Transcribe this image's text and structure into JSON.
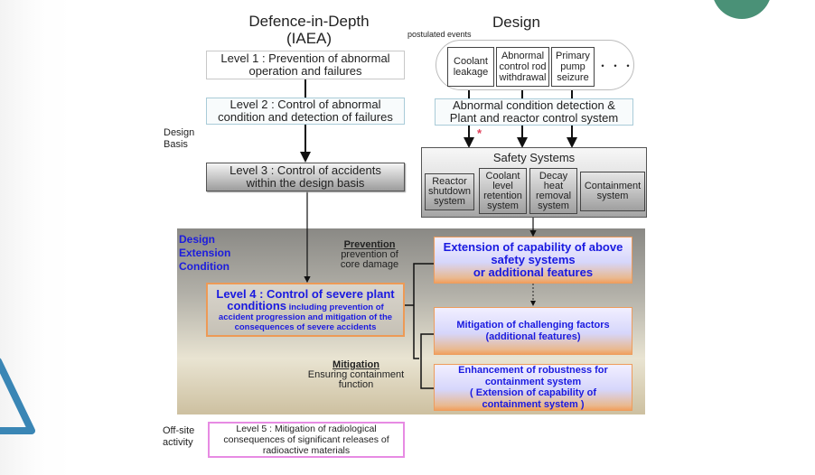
{
  "headers": {
    "left_title_line1": "Defence-in-Depth",
    "left_title_line2": "(IAEA)",
    "right_title": "Design",
    "postulated_events_label": "postulated events"
  },
  "side_labels": {
    "design_basis_line1": "Design",
    "design_basis_line2": "Basis",
    "dec_line1": "Design",
    "dec_line2": "Extension",
    "dec_line3": "Condition",
    "offsite_line1": "Off-site",
    "offsite_line2": "activity"
  },
  "levels": {
    "level1_line1": "Level 1 :  Prevention of abnormal",
    "level1_line2": "operation and failures",
    "level2_line1": "Level 2  :  Control of abnormal",
    "level2_line2": "condition and detection of failures",
    "level3_line1": "Level 3  :  Control of accidents",
    "level3_line2": "within the design basis",
    "level4_line1": "Level 4  : Control of severe plant",
    "level4_big": "conditions",
    "level4_small1": " including prevention of",
    "level4_small2": "accident progression and mitigation of the",
    "level4_small3": "consequences of  severe accidents",
    "level5_line1": "Level 5  :  Mitigation of radiological",
    "level5_line2": "consequences of significant releases of",
    "level5_line3": "radioactive  materials"
  },
  "events": [
    {
      "line1": "Coolant",
      "line2": "leakage",
      "line3": ""
    },
    {
      "line1": "Abnormal",
      "line2": "control rod",
      "line3": "withdrawal"
    },
    {
      "line1": "Primary",
      "line2": "pump",
      "line3": "seizure"
    }
  ],
  "events_ellipsis": "・・・",
  "detection": {
    "line1": "Abnormal condition detection &",
    "line2": "Plant and reactor control system"
  },
  "marker": "*",
  "safety_systems": {
    "title": "Safety Systems",
    "items": [
      {
        "line1": "Reactor",
        "line2": "shutdown",
        "line3": "system",
        "line4": ""
      },
      {
        "line1": "Coolant",
        "line2": "level",
        "line3": "retention",
        "line4": "system"
      },
      {
        "line1": "Decay",
        "line2": "heat",
        "line3": "removal",
        "line4": "system"
      },
      {
        "line1": "Containment",
        "line2": "system",
        "line3": "",
        "line4": ""
      }
    ]
  },
  "dec": {
    "prevention_title": "Prevention",
    "prevention_line1": "prevention of",
    "prevention_line2": "core damage",
    "mitigation_title": "Mitigation",
    "mitigation_line1": "Ensuring containment",
    "mitigation_line2": "function",
    "ext1_line1": "Extension of capability of above",
    "ext1_line2": "safety systems",
    "ext1_line3": "or additional features",
    "ext2_line1": "Mitigation of challenging factors",
    "ext2_line2": "(additional features)",
    "ext3_line1": "Enhancement of robustness for",
    "ext3_line2": "containment system",
    "ext3_line3": "( Extension of capability of",
    "ext3_line4": "containment system )"
  },
  "colors": {
    "dec_text": "#1c1cdd",
    "orange_border": "#ed9a56",
    "level5_border": "#e78be3",
    "circle": "#4a9177",
    "triangle": "#3a86b5"
  }
}
